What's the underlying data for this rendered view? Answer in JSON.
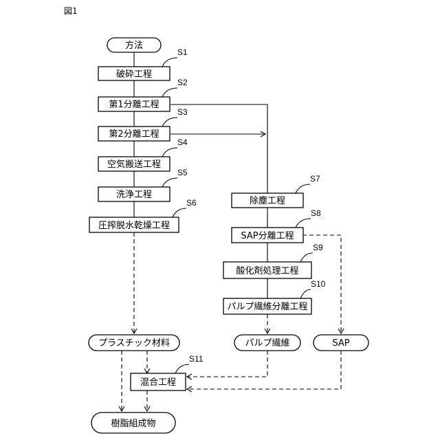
{
  "figure_label": "図1",
  "nodes": {
    "start": "方法",
    "s1": "破砕工程",
    "s2": "第1分離工程",
    "s3": "第2分離工程",
    "s4": "空気搬送工程",
    "s5": "洗浄工程",
    "s6": "圧搾脱水乾燥工程",
    "s7": "除塵工程",
    "s8": "SAP分離工程",
    "s9": "酸化剤処理工程",
    "s10": "パルプ繊維分離工程",
    "plastic": "プラスチック材料",
    "pulp": "パルプ繊維",
    "sap": "SAP",
    "s11": "混合工程",
    "resin": "樹脂組成物"
  },
  "step_ids": {
    "s1": "S1",
    "s2": "S2",
    "s3": "S3",
    "s4": "S4",
    "s5": "S5",
    "s6": "S6",
    "s7": "S7",
    "s8": "S8",
    "s9": "S9",
    "s10": "S10",
    "s11": "S11"
  }
}
